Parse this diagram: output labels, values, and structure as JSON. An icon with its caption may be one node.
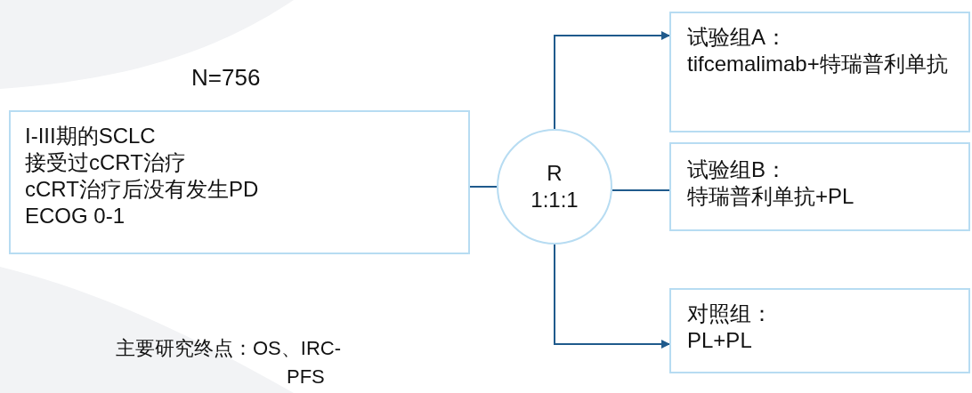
{
  "diagram": {
    "nodes": [
      {
        "text": [
          "I-III期的SCLC",
          "接受过cCRT治疗",
          "cCRT治疗后没有发生PD",
          "ECOG 0-1"
        ],
        "beside": [
          "N=756"
        ]
      },
      {
        "text": [
          "R",
          "1:1:1"
        ]
      },
      {
        "text": [
          "试验组A：",
          "tifcemalimab+特瑞普利单抗"
        ]
      },
      {
        "text": [
          "试验组B：",
          "特瑞普利单抗+PL"
        ]
      },
      {
        "text": [
          "对照组：",
          "PL+PL"
        ]
      }
    ],
    "edges": [
      {
        "from": 0,
        "to": 1,
        "arrow": "none"
      },
      {
        "from": 1,
        "to": 2,
        "arrow": "to"
      },
      {
        "from": 1,
        "to": 3,
        "arrow": "none"
      },
      {
        "from": 1,
        "to": 4,
        "arrow": "to"
      }
    ],
    "labels": [
      "主要研究终点：OS、IRC-PFS"
    ]
  }
}
